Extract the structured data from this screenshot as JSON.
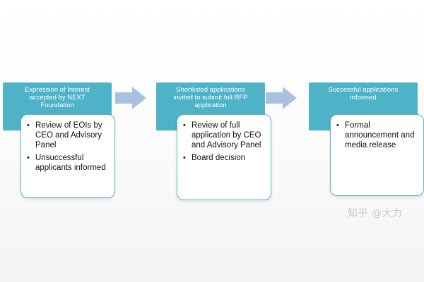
{
  "steps": [
    {
      "header": [
        "Expression of Interest",
        "accepted by NEXT",
        "Foundation"
      ],
      "items": [
        "Review of EOIs by CEO and Advisory Panel",
        "Unsuccessful applicants informed"
      ]
    },
    {
      "header": [
        "Shortlisted applications",
        "invited to submit full RFP",
        "application"
      ],
      "items": [
        "Review of full application by CEO and Advisory Panel",
        "Board decision"
      ]
    },
    {
      "header": [
        "Successful applications",
        "informed"
      ],
      "items": [
        "Formal announcement and media release"
      ]
    }
  ],
  "bullet_char": "•",
  "watermark": "知乎 @大力",
  "colors": {
    "header": "#4fb3c8",
    "card_border": "#5bb6c9",
    "arrow": "#a9c1e0"
  }
}
